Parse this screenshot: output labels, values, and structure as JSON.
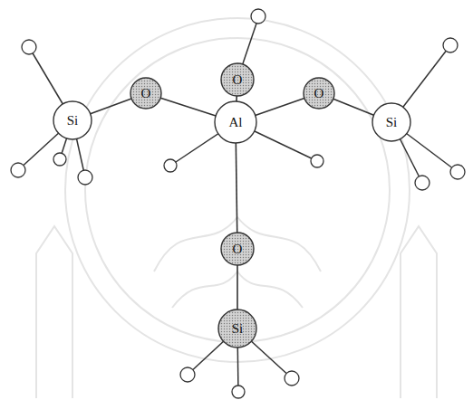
{
  "diagram": {
    "nodes": [
      {
        "text": [
          "O"
        ]
      },
      {
        "text": [
          "Si"
        ]
      },
      {
        "text": [
          "O"
        ]
      },
      {
        "text": [
          "Al"
        ]
      },
      {
        "text": [
          "O"
        ]
      },
      {
        "text": [
          "Si"
        ]
      },
      {
        "text": [
          "O"
        ]
      },
      {
        "text": [
          "Si"
        ]
      }
    ],
    "edges": [
      {
        "from": 1,
        "to": 2,
        "arrow": "none"
      },
      {
        "from": 2,
        "to": 3,
        "arrow": "none"
      },
      {
        "from": 0,
        "to": 3,
        "arrow": "none"
      },
      {
        "from": 3,
        "to": 4,
        "arrow": "none"
      },
      {
        "from": 4,
        "to": 5,
        "arrow": "none"
      },
      {
        "from": 3,
        "to": 6,
        "arrow": "none"
      },
      {
        "from": 6,
        "to": 7,
        "arrow": "none"
      }
    ]
  }
}
